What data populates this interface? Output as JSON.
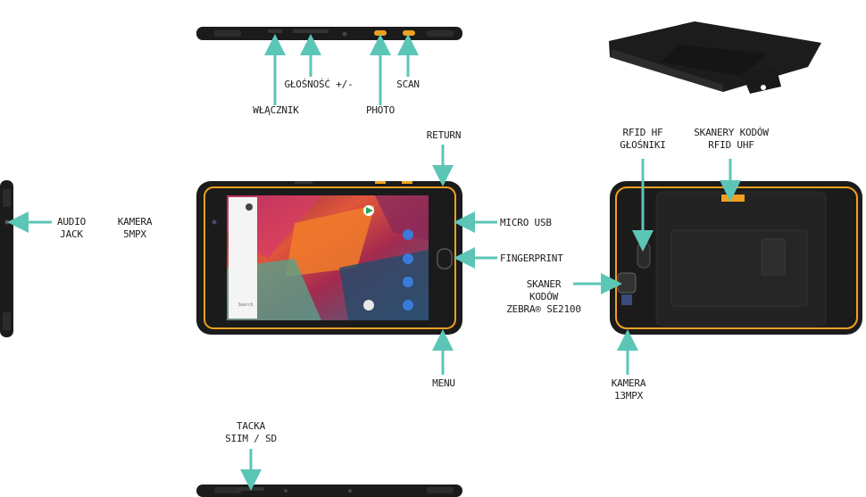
{
  "colors": {
    "arrow": "#5cc6b6",
    "body": "#1b1b1b",
    "accent": "#f0a020",
    "screen_bg": "#c94b2a"
  },
  "icons": [
    "settings-icon",
    "play-store-icon",
    "phone-icon",
    "camera-icon",
    "fingerprint-icon"
  ],
  "screen": {
    "search_text": "Search"
  },
  "labels": {
    "power": "WŁĄCZNIK",
    "volume": "GŁOŚNOŚĆ +/-",
    "photo": "PHOTO",
    "scan": "SCAN",
    "return": "RETURN",
    "audio": [
      "AUDIO",
      "JACK"
    ],
    "camera_front": [
      "KAMERA",
      "5MPX"
    ],
    "micro_usb": "MICRO USB",
    "fingerprint": "FINGERPRINT",
    "menu": "MENU",
    "sim": [
      "TACKA",
      "SIIM / SD"
    ],
    "rfid_hf": [
      "RFID HF",
      "GŁOŚNIKI"
    ],
    "scanners": [
      "SKANERY KODÓW",
      "RFID UHF"
    ],
    "zebra": [
      "SKANER",
      "KODÓW",
      "ZEBRA® SE2100"
    ],
    "camera_rear": [
      "KAMERA",
      "13MPX"
    ]
  }
}
